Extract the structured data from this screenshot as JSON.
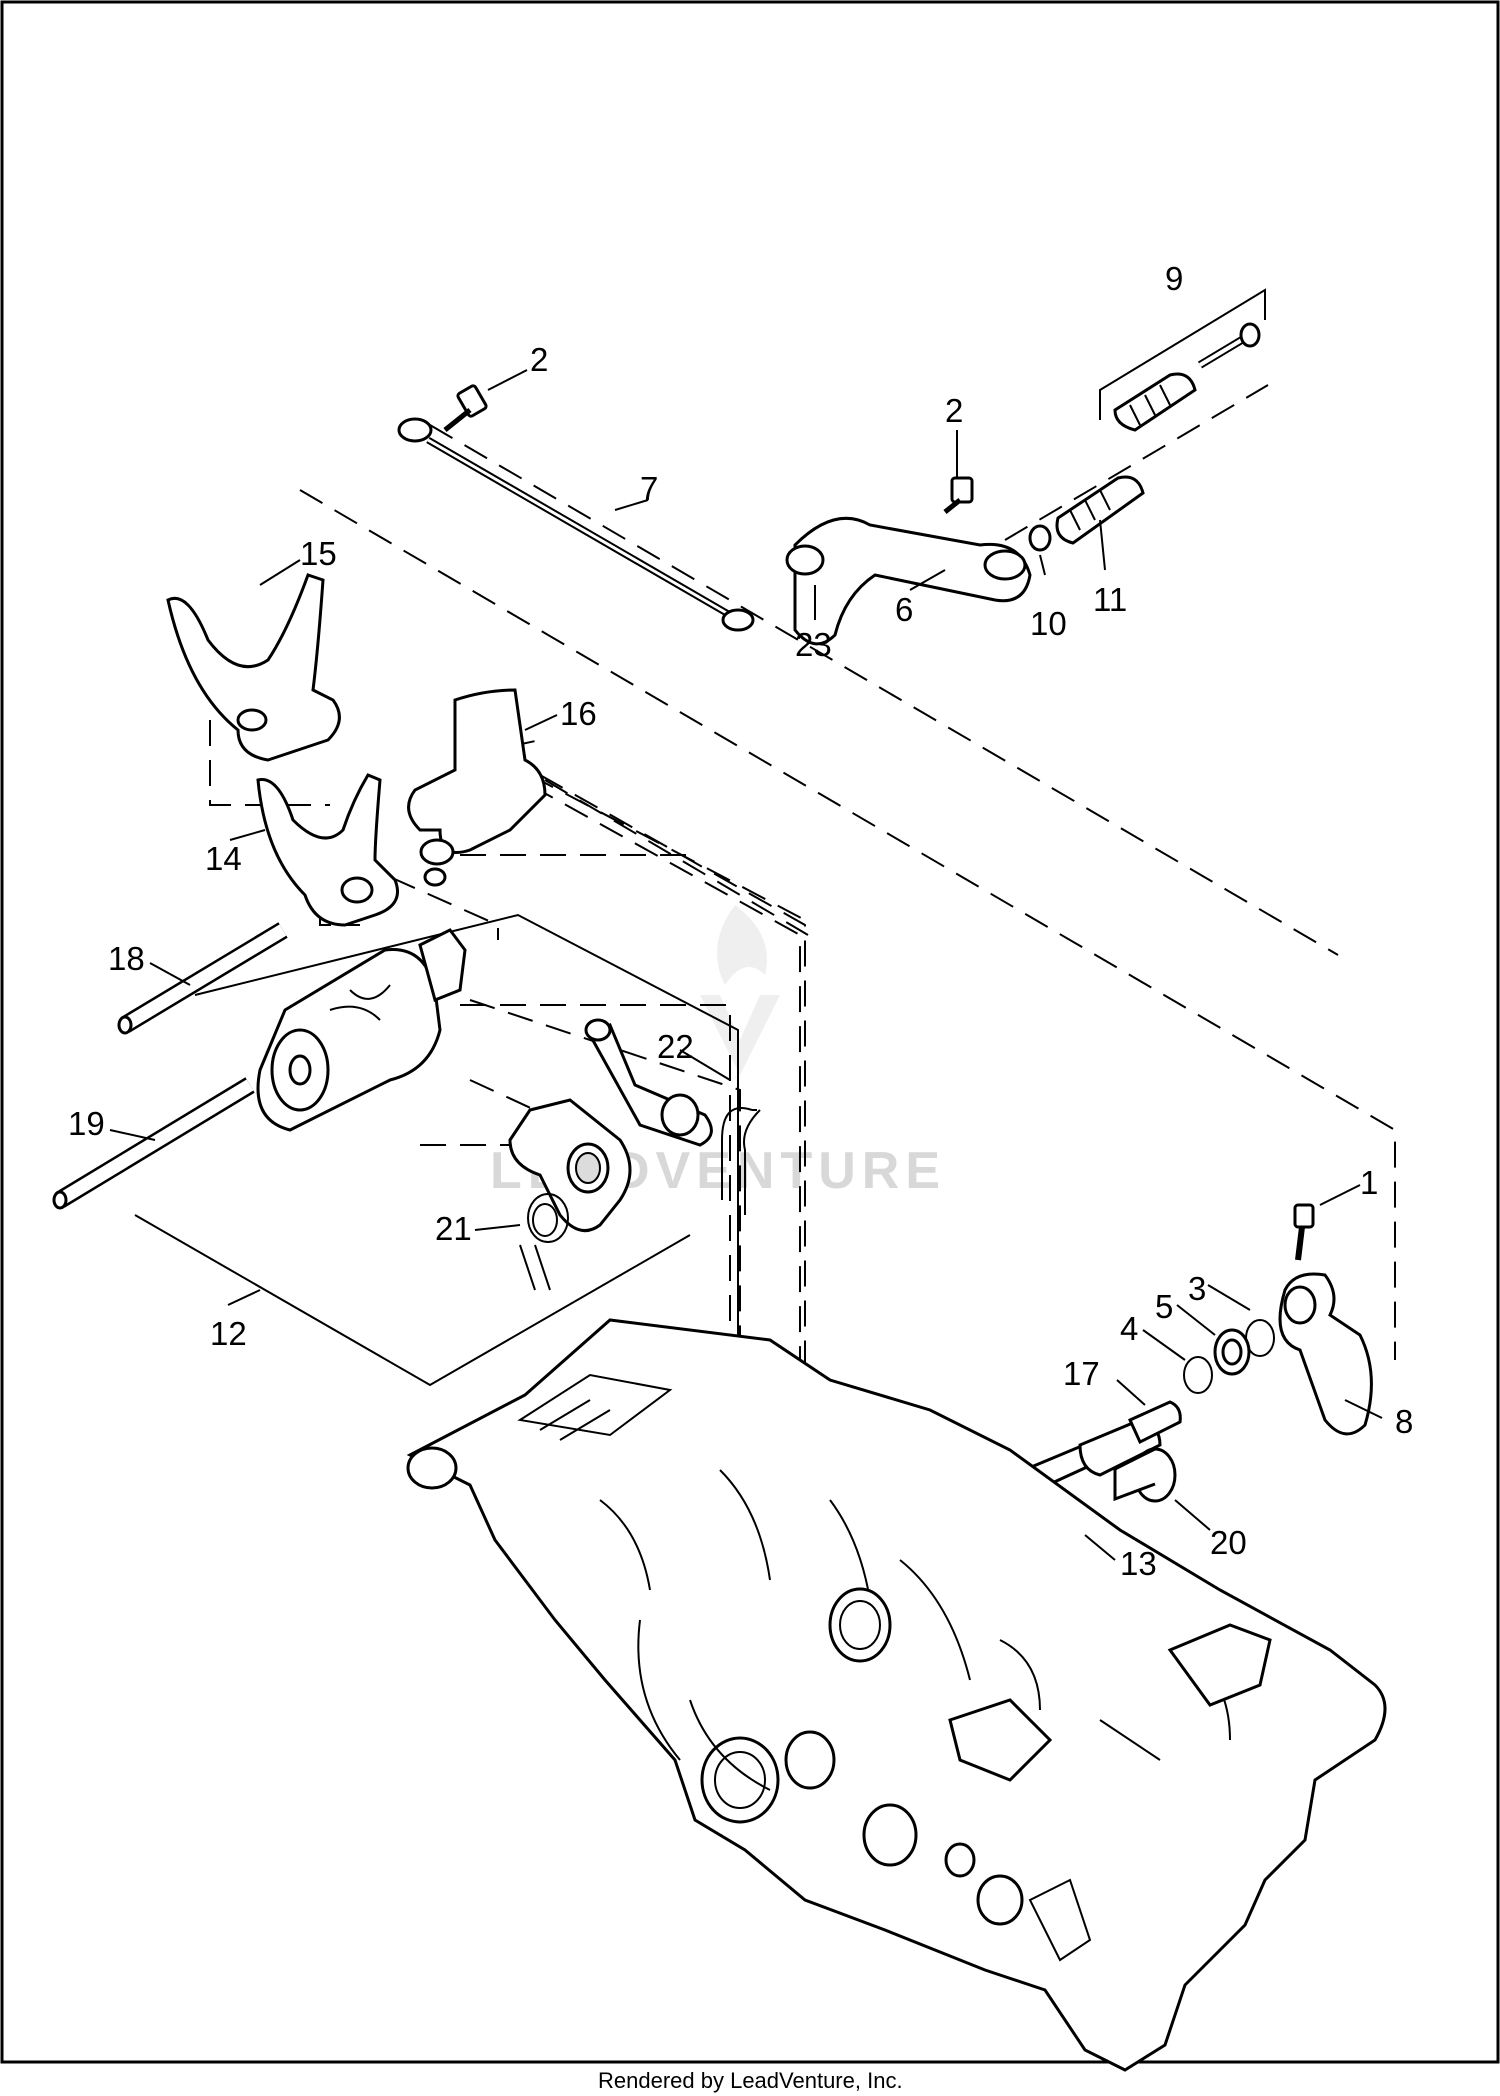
{
  "footer": {
    "credit": "Rendered by LeadVenture, Inc."
  },
  "watermark": {
    "text": "LEADVENTURE"
  },
  "callouts": [
    {
      "id": "c1",
      "text": "1"
    },
    {
      "id": "c2a",
      "text": "2"
    },
    {
      "id": "c2b",
      "text": "2"
    },
    {
      "id": "c3",
      "text": "3"
    },
    {
      "id": "c4",
      "text": "4"
    },
    {
      "id": "c5",
      "text": "5"
    },
    {
      "id": "c6",
      "text": "6"
    },
    {
      "id": "c7",
      "text": "7"
    },
    {
      "id": "c8",
      "text": "8"
    },
    {
      "id": "c9",
      "text": "9"
    },
    {
      "id": "c10",
      "text": "10"
    },
    {
      "id": "c11",
      "text": "11"
    },
    {
      "id": "c12",
      "text": "12"
    },
    {
      "id": "c13",
      "text": "13"
    },
    {
      "id": "c14",
      "text": "14"
    },
    {
      "id": "c15",
      "text": "15"
    },
    {
      "id": "c16",
      "text": "16"
    },
    {
      "id": "c17",
      "text": "17"
    },
    {
      "id": "c18",
      "text": "18"
    },
    {
      "id": "c19",
      "text": "19"
    },
    {
      "id": "c20",
      "text": "20"
    },
    {
      "id": "c21",
      "text": "21"
    },
    {
      "id": "c22",
      "text": "22"
    },
    {
      "id": "c23",
      "text": "23"
    }
  ]
}
